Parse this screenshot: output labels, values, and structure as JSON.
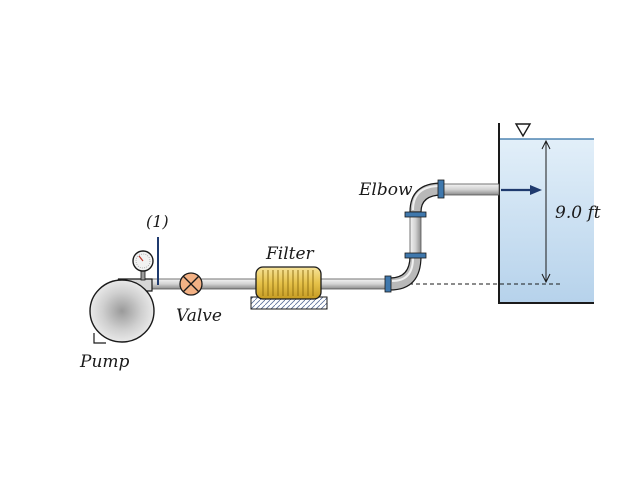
{
  "labels": {
    "point1": "(1)",
    "pump": "Pump",
    "valve": "Valve",
    "filter": "Filter",
    "elbow": "Elbow",
    "depth": "9.0 ft"
  },
  "icons": {
    "gauge": "pressure-gauge-icon",
    "valve": "valve-icon",
    "free_surface": "free-surface-triangle-icon"
  },
  "colors": {
    "water_top": "#dcebf7",
    "water_bottom": "#b9d4ec",
    "pipe_light": "#e4e4e4",
    "pipe_dark": "#8a8a8a",
    "valve": "#f3b184",
    "filter": "#e9c94f",
    "flange": "#3f78ad",
    "arrow": "#1f3a6e",
    "outline": "#1a1a1a"
  }
}
